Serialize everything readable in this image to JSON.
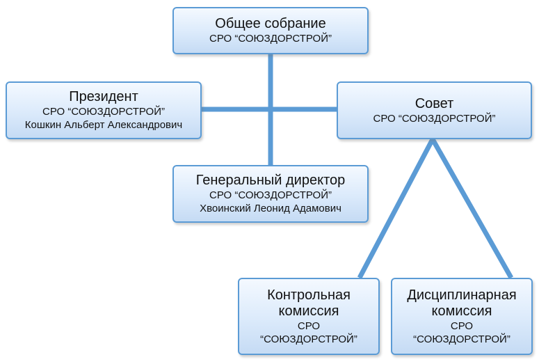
{
  "nodes": {
    "general_assembly": {
      "title": "Общее собрание",
      "lines": [
        "СРО “СОЮЗДОРСТРОЙ”"
      ]
    },
    "president": {
      "title": "Президент",
      "lines": [
        "СРО “СОЮЗДОРСТРОЙ”",
        "Кошкин Альберт Александрович"
      ]
    },
    "council": {
      "title": "Совет",
      "lines": [
        "СРО “СОЮЗДОРСТРОЙ”"
      ]
    },
    "general_director": {
      "title": "Генеральный директор",
      "lines": [
        "СРО “СОЮЗДОРСТРОЙ”",
        "Хвоинский Леонид Адамович"
      ]
    },
    "control_commission": {
      "title_lines": [
        "Контрольная",
        "комиссия"
      ],
      "lines": [
        "СРО",
        "“СОЮЗДОРСТРОЙ”"
      ]
    },
    "disciplinary_commission": {
      "title_lines": [
        "Дисциплинарная",
        "комиссия"
      ],
      "lines": [
        "СРО",
        "“СОЮЗДОРСТРОЙ”"
      ]
    }
  },
  "edges": [
    [
      "general_assembly",
      "general_director"
    ],
    [
      "president",
      "council"
    ],
    [
      "council",
      "control_commission"
    ],
    [
      "council",
      "disciplinary_commission"
    ]
  ],
  "colors": {
    "connector": "#5b9bd5",
    "box_border": "#5b9bd5",
    "box_fill_top": "#f4f9ff",
    "box_fill_bottom": "#c5dbf4"
  }
}
